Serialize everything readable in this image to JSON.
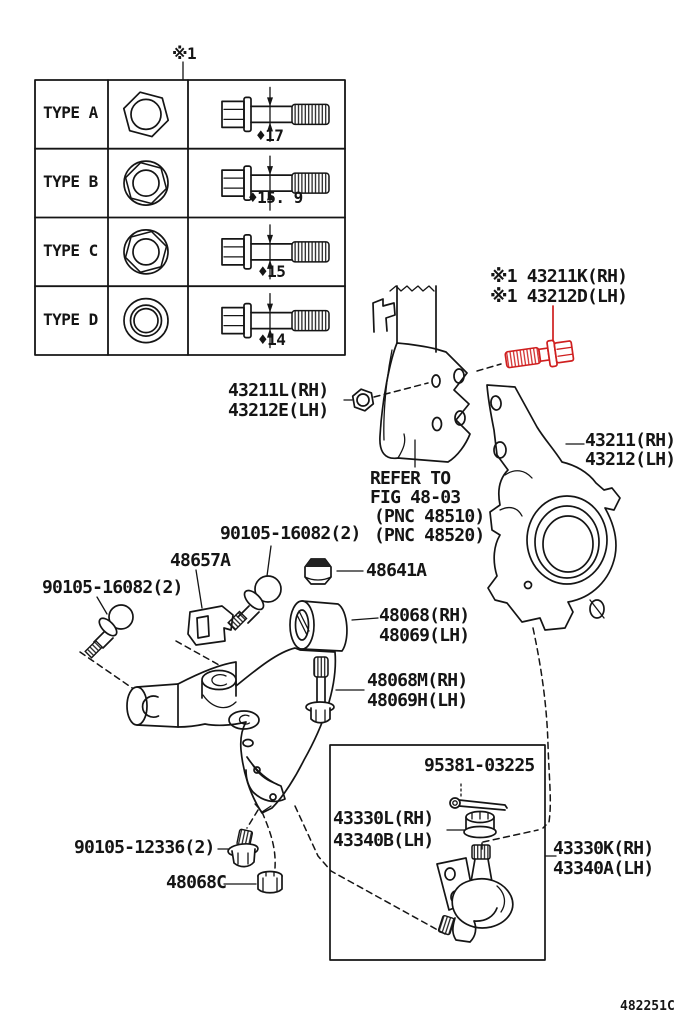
{
  "figure": {
    "code": "482251C",
    "ref_mark": "※1"
  },
  "colors": {
    "ink": "#151515",
    "highlight": "#cf1f1f"
  },
  "spec_table": {
    "rows": [
      {
        "type": "TYPE A",
        "dim": "♦17"
      },
      {
        "type": "TYPE B",
        "dim": "♦15. 9"
      },
      {
        "type": "TYPE C",
        "dim": "♦15"
      },
      {
        "type": "TYPE D",
        "dim": "♦14"
      }
    ]
  },
  "callouts": {
    "strut_bolt_line1": "※1 43211K(RH)",
    "strut_bolt_line2": "※1 43212D(LH)",
    "mount_nut_line1": "43211L(RH)",
    "mount_nut_line2": "43212E(LH)",
    "refer_note_line1": "REFER TO",
    "refer_note_line2": "FIG 48-03",
    "refer_note_line3": "(PNC 48510)",
    "refer_note_line4": "(PNC 48520)",
    "knuckle_line1": "43211(RH)",
    "knuckle_line2": "43212(LH)",
    "arm_bolt_front": "90105-16082(2)",
    "camber_bracket": "48657A",
    "arm_bolt_rear": "90105-16082(2)",
    "arm_nut": "48641A",
    "arm_line1": "48068(RH)",
    "arm_line2": "48069(LH)",
    "arm_stud_line1": "48068M(RH)",
    "arm_stud_line2": "48069H(LH)",
    "cotter_pin": "95381-03225",
    "bj_castle_nut_line1": "43330L(RH)",
    "bj_castle_nut_line2": "43340B(LH)",
    "ball_joint_line1": "43330K(RH)",
    "ball_joint_line2": "43340A(LH)",
    "bj_bolt": "90105-12336(2)",
    "bj_nut": "48068C"
  }
}
